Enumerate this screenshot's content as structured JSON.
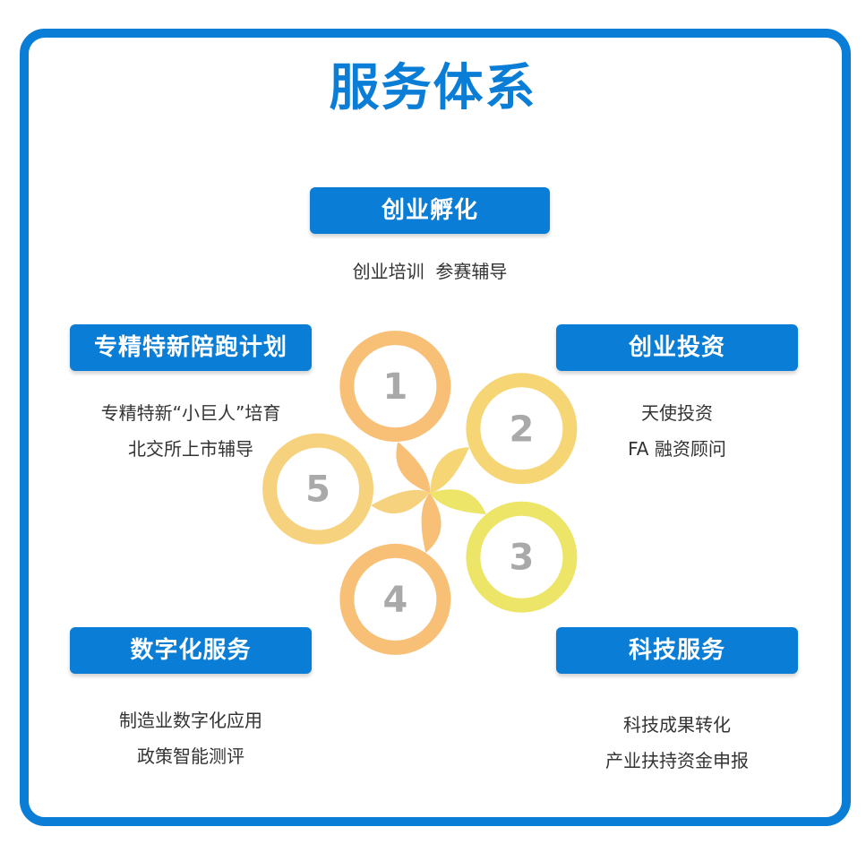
{
  "title": "服务体系",
  "center": {
    "label": "创业孵化",
    "items": [
      "创业培训  参赛辅导"
    ]
  },
  "left_top": {
    "label": "专精特新陪跑计划",
    "items": [
      "专精特新“小巨人”培育",
      "北交所上市辅导"
    ]
  },
  "right_top": {
    "label": "创业投资",
    "items": [
      "天使投资",
      "FA 融资顾问"
    ]
  },
  "left_bottom": {
    "label": "数字化服务",
    "items": [
      "制造业数字化应用",
      "政策智能测评"
    ]
  },
  "right_bottom": {
    "label": "科技服务",
    "items": [
      "科技成果转化",
      "产业扶持资金申报"
    ]
  },
  "petals": [
    {
      "number": "1",
      "color": "#f8c077"
    },
    {
      "number": "2",
      "color": "#f6d575"
    },
    {
      "number": "3",
      "color": "#ece568"
    },
    {
      "number": "4",
      "color": "#f8c077"
    },
    {
      "number": "5",
      "color": "#f6d27e"
    }
  ],
  "colors": {
    "accent": "#0a7dd6",
    "text": "#333333",
    "petal_number": "#a9a9a9"
  }
}
